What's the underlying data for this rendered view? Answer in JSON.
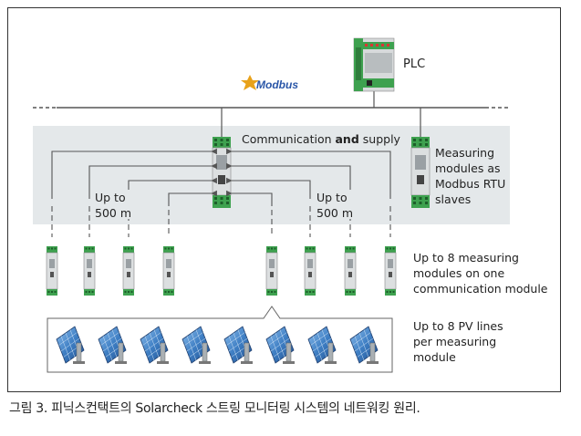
{
  "labels": {
    "plc": "PLC",
    "modbus": "Modbus",
    "communication_prefix": "Communication ",
    "communication_bold": "and",
    "communication_suffix": " supply",
    "measuring_line1": "Measuring",
    "measuring_line2": "modules as",
    "measuring_line3": "Modbus RTU",
    "measuring_line4": "slaves",
    "up_to_left_1": "Up to",
    "up_to_left_2": "500 m",
    "up_to_right_1": "Up to",
    "up_to_right_2": "500 m",
    "modules_line1": "Up to 8 measuring",
    "modules_line2": "modules on one",
    "modules_line3": "communication module",
    "pv_line1": "Up to 8 PV lines",
    "pv_line2": "per measuring",
    "pv_line3": "module"
  },
  "caption": "그림 3. 피닉스컨택트의 Solarcheck 스트링 모니터링 시스템의 네트워킹 원리.",
  "colors": {
    "module_green": "#3ea14f",
    "module_body": "#dcdfe0",
    "gray_panel": "#e4e8ea",
    "line": "#555555",
    "modbus_text": "#2a56a8",
    "modbus_star": "#e8a21a",
    "solar_blue": "#3f7fc4"
  }
}
